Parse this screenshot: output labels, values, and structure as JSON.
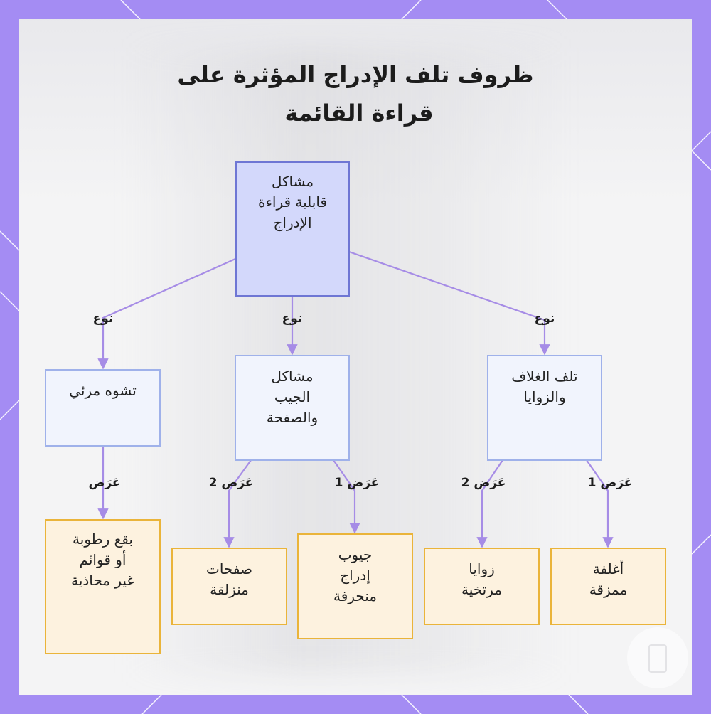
{
  "title": {
    "line1": "ظروف تلف الإدراج المؤثرة على",
    "line2": "قراءة القائمة"
  },
  "nodes": {
    "root": "مشاكل\nقابلية قراءة\nالإدراج",
    "cover": "تلف الغلاف\nوالزوايا",
    "pockets": "مشاكل\nالجيب\nوالصفحة",
    "visual": "تشوه مرئي",
    "torn": "أغلفة\nممزقة",
    "corners": "زوايا\nمرتخية",
    "crooked": "جيوب\nإدراج\nمنحرفة",
    "slipping": "صفحات\nمنزلقة",
    "stains": "بقع رطوبة\nأو قوائم\nغير محاذية"
  },
  "edge_labels": {
    "type_cover": "نوع",
    "type_pockets": "نوع",
    "type_visual": "نوع",
    "sym1_cover": "عَرَض 1",
    "sym2_cover": "عَرَض 2",
    "sym1_pockets": "عَرَض 1",
    "sym2_pockets": "عَرَض 2",
    "sym_visual": "عَرَض"
  },
  "colors": {
    "frame": "#a48cf3",
    "edge": "#a68ce6",
    "root_fill": "#d3d8fb",
    "root_border": "#6e76d4",
    "mid_fill": "#f1f4fd",
    "mid_border": "#9fb1ea",
    "leaf_fill": "#fdf2df",
    "leaf_border": "#eab43a"
  }
}
